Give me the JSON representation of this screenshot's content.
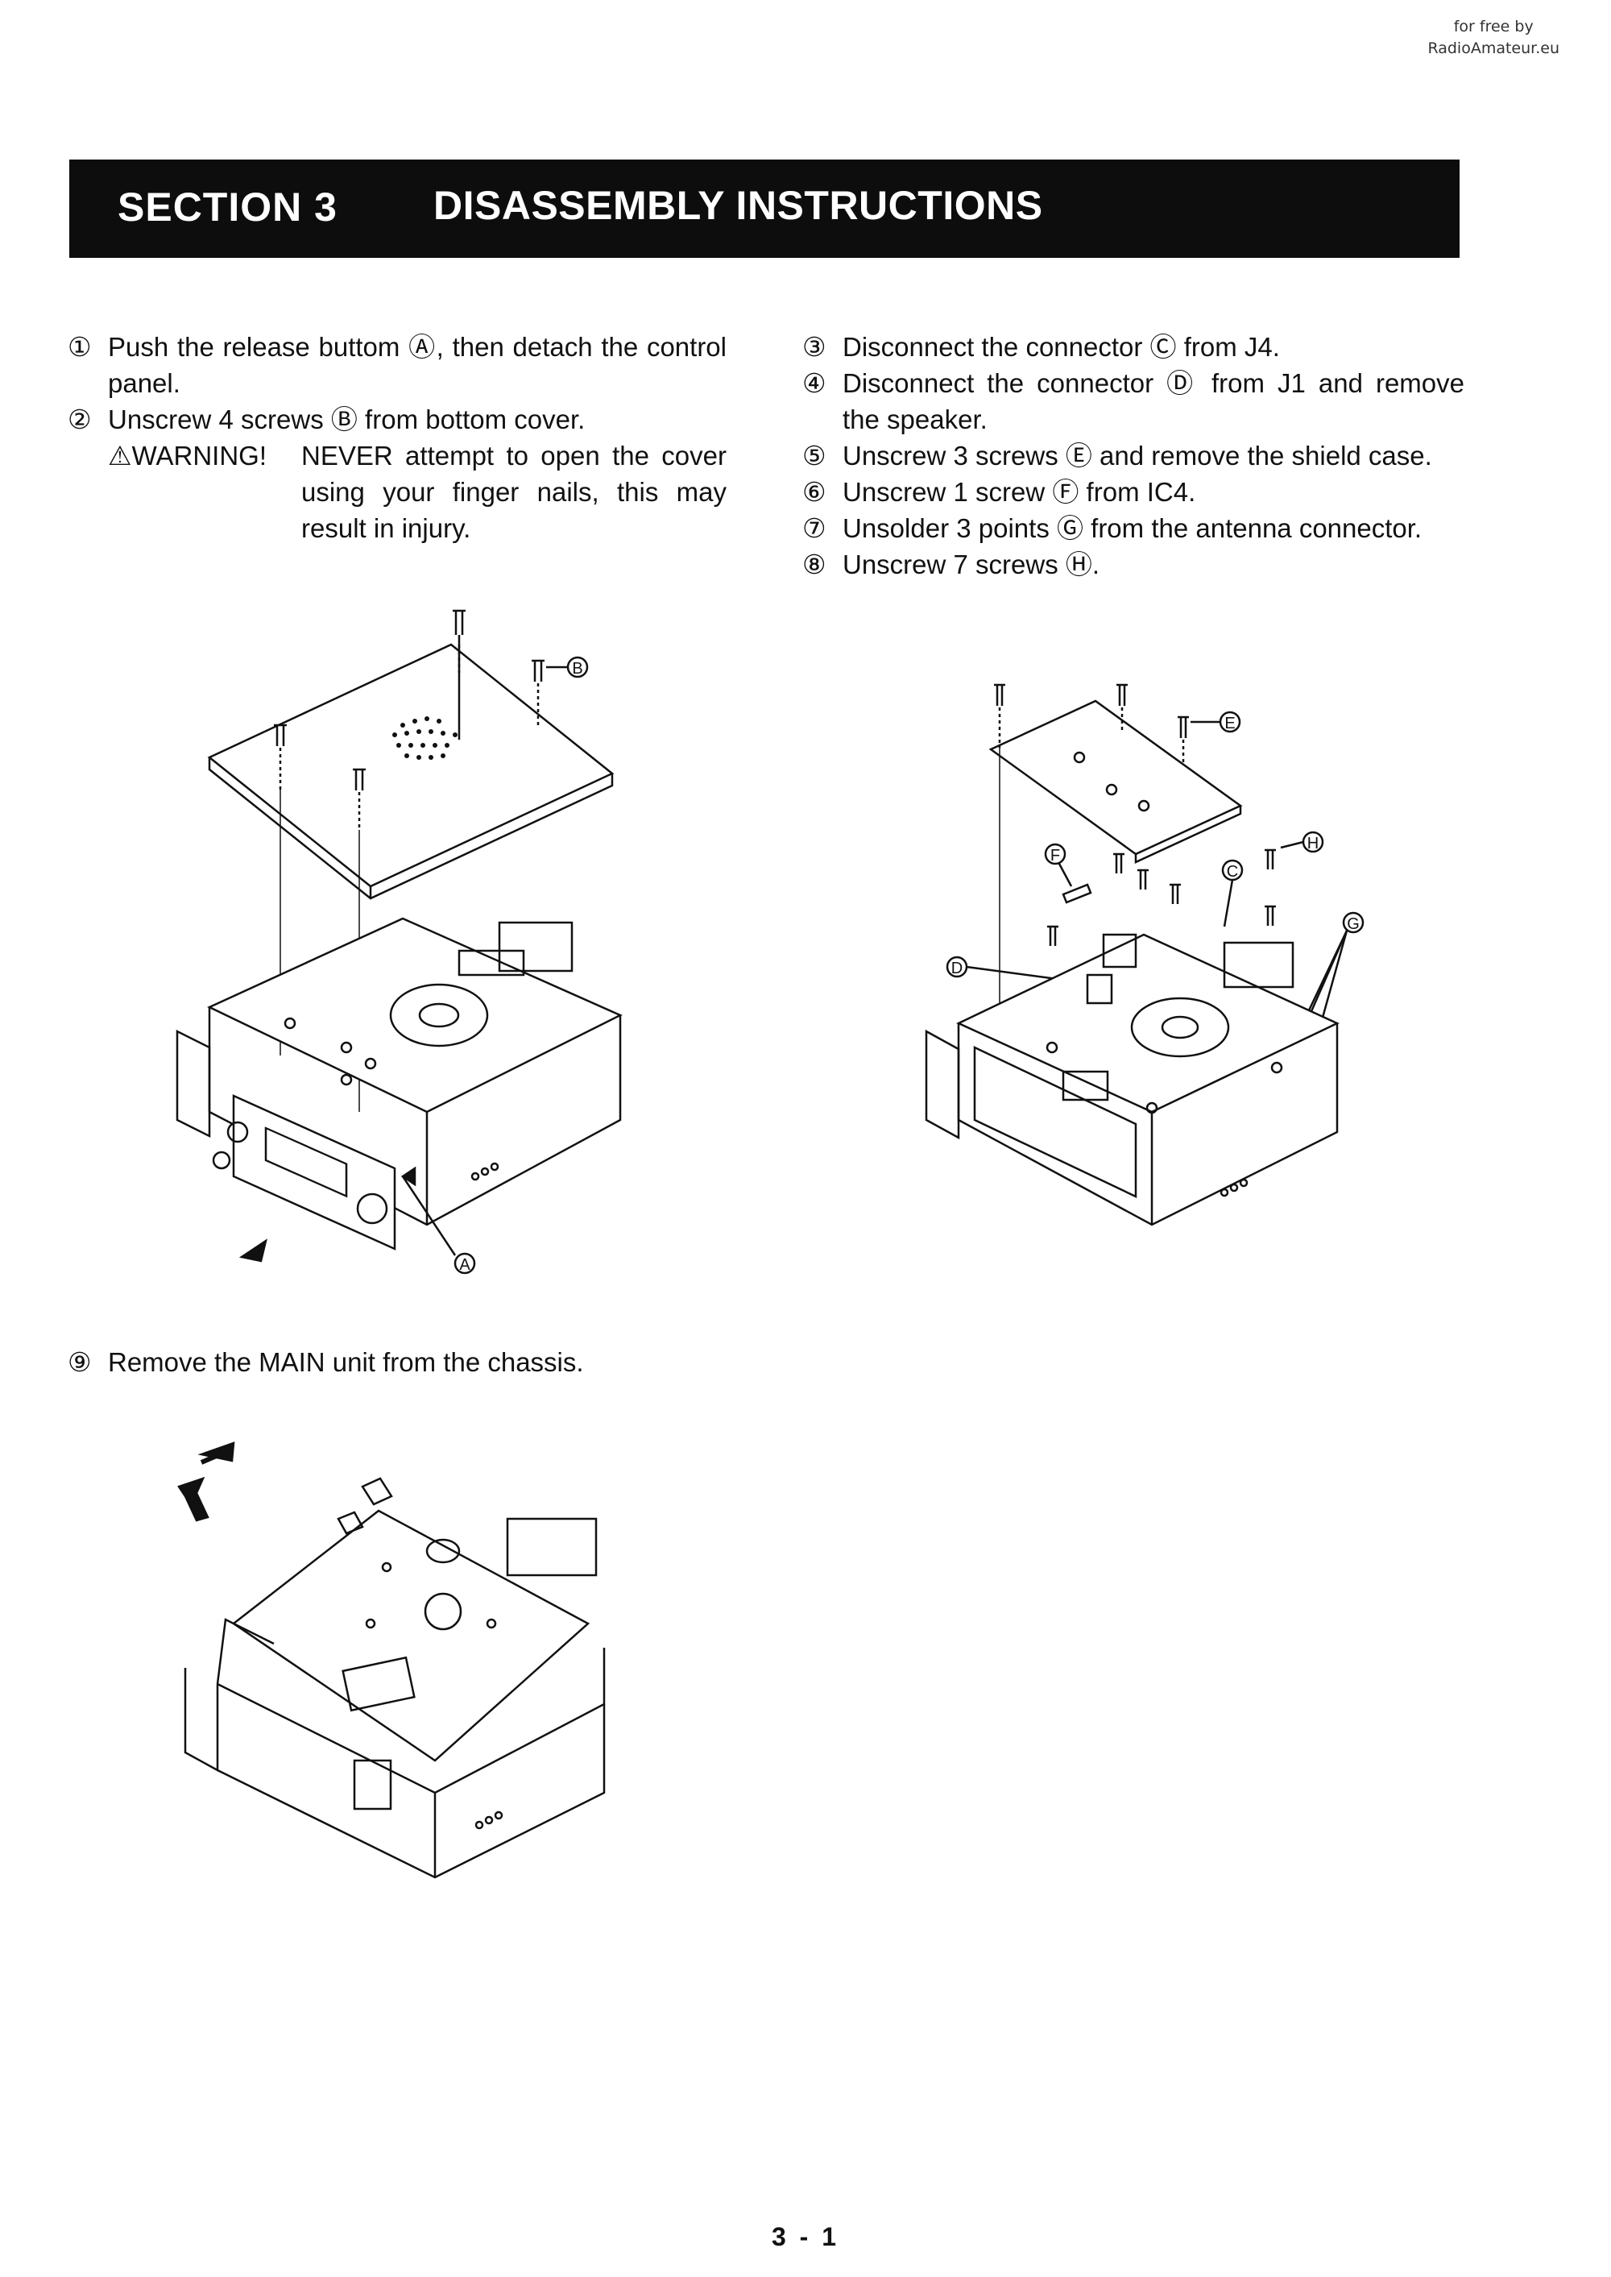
{
  "watermark": {
    "line1": "for free by",
    "line2": "RadioAmateur.eu"
  },
  "header": {
    "section": "SECTION 3",
    "title": "DISASSEMBLY INSTRUCTIONS"
  },
  "left_steps": [
    {
      "num": "①",
      "text": "Push the release buttom Ⓐ, then detach the control panel."
    },
    {
      "num": "②",
      "text": "Unscrew 4 screws Ⓑ from bottom cover."
    }
  ],
  "warning": {
    "label": "⚠WARNING!",
    "text": "NEVER attempt to open the cover using your finger nails, this may result in injury."
  },
  "right_steps": [
    {
      "num": "③",
      "text": "Disconnect the connector Ⓒ from J4."
    },
    {
      "num": "④",
      "text": "Disconnect the connector Ⓓ from J1 and remove the speaker."
    },
    {
      "num": "⑤",
      "text": "Unscrew 3 screws Ⓔ and remove the shield case."
    },
    {
      "num": "⑥",
      "text": "Unscrew 1 screw Ⓕ from IC4."
    },
    {
      "num": "⑦",
      "text": "Unsolder 3 points Ⓖ from the antenna connector."
    },
    {
      "num": "⑧",
      "text": "Unscrew 7 screws Ⓗ."
    }
  ],
  "step9": {
    "num": "⑨",
    "text": "Remove the MAIN unit from the chassis."
  },
  "callouts": {
    "A": "A",
    "B": "B",
    "C": "C",
    "D": "D",
    "E": "E",
    "F": "F",
    "G": "G",
    "H": "H"
  },
  "page_number": "3 - 1"
}
